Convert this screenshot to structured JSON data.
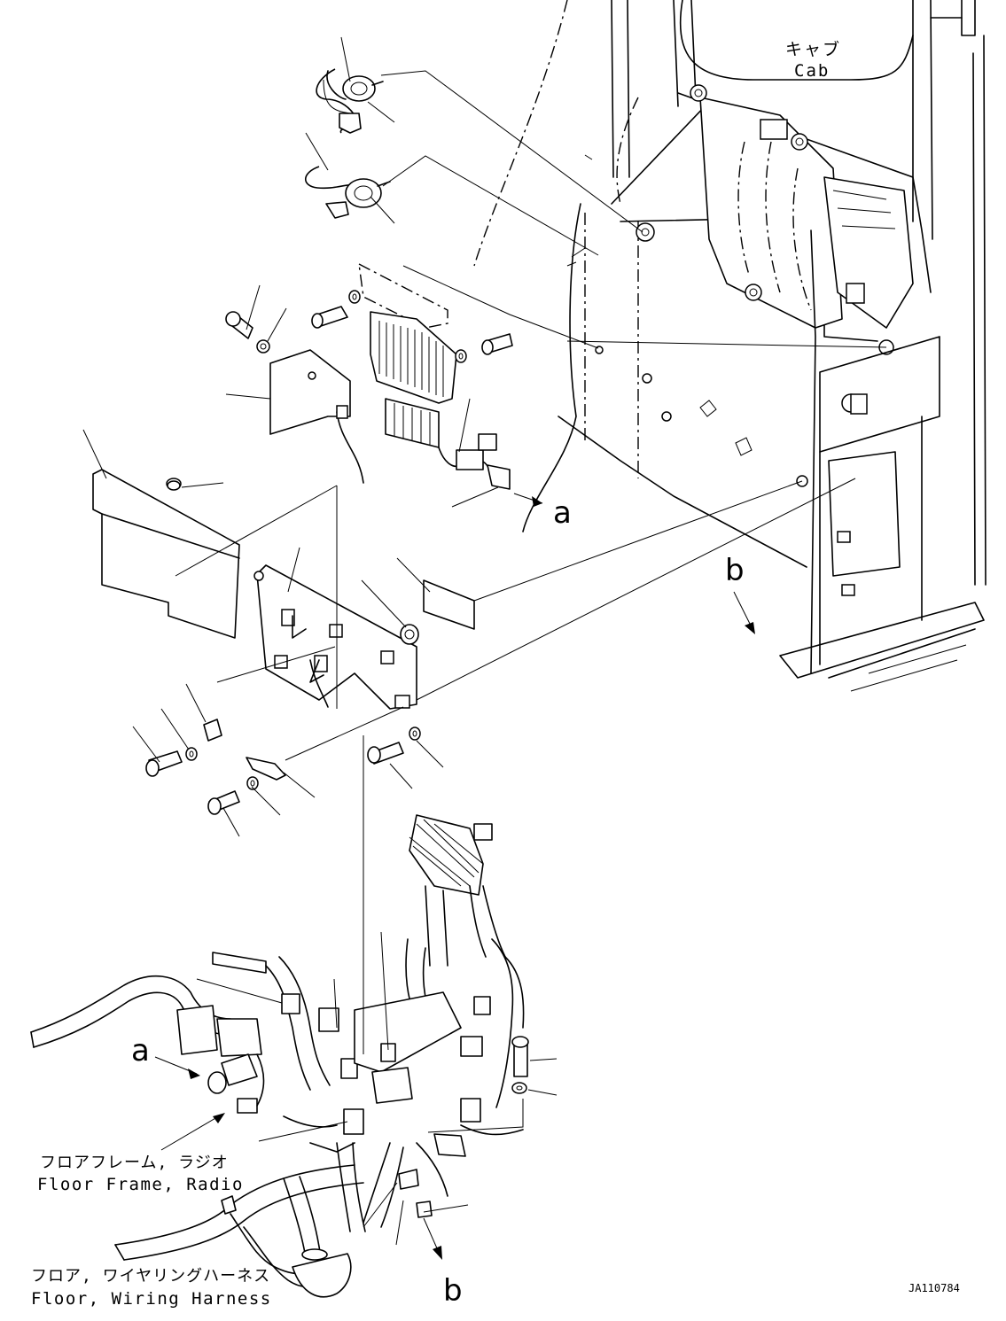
{
  "labels": {
    "cab_ja": "キャブ",
    "cab_en": "Cab",
    "floor_frame_ja": "フロアフレーム, ラジオ",
    "floor_frame_en": "Floor Frame, Radio",
    "floor_harness_ja": "フロア, ワイヤリングハーネス",
    "floor_harness_en": "Floor, Wiring Harness",
    "ref_a_top": "a",
    "ref_a_bottom": "a",
    "ref_b_right": "b",
    "ref_b_bottom": "b",
    "drawing_id": "JA110784"
  }
}
